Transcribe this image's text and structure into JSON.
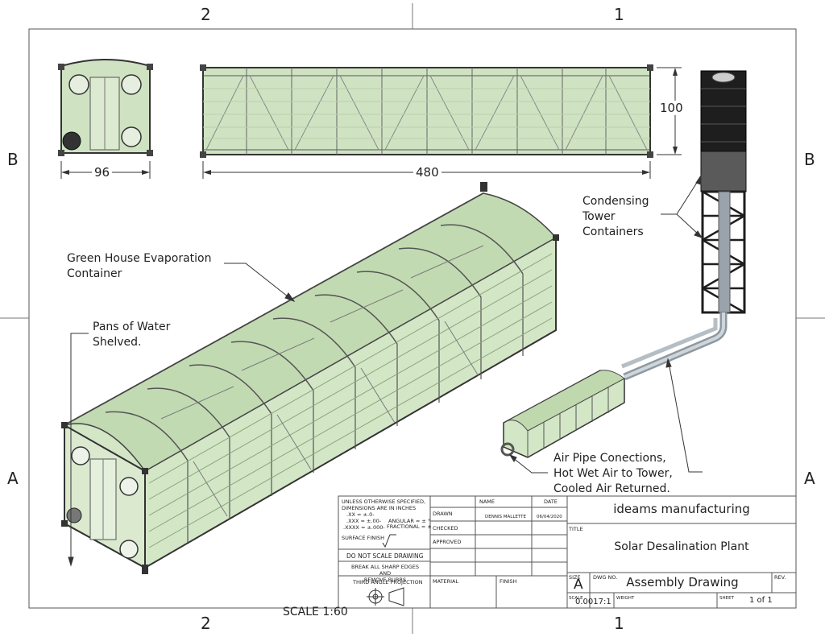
{
  "border": {
    "columns_top": [
      "2",
      "1"
    ],
    "columns_bottom": [
      "2",
      "1"
    ],
    "rows_left": [
      "B",
      "A"
    ],
    "rows_right": [
      "B",
      "A"
    ]
  },
  "dimensions": {
    "end_width": "96",
    "length": "480",
    "height": "100"
  },
  "callouts": {
    "greenhouse": [
      "Green House Evaporation",
      "Container"
    ],
    "pans": [
      "Pans of Water",
      "Shelved."
    ],
    "tower": [
      "Condensing",
      "Tower",
      "Containers"
    ],
    "pipes": [
      "Air Pipe Conections,",
      "Hot Wet Air to Tower,",
      "Cooled Air Returned."
    ]
  },
  "title_block": {
    "tolerance_notes": [
      "UNLESS OTHERWISE SPECIFIED,",
      "DIMENSIONS ARE IN INCHES",
      ".XX = ±.0-",
      ".XXX = ±.00-",
      ".XXXX = ±.000-"
    ],
    "angular": "ANGULAR = ± °",
    "fractional": "FRACTIONAL = ±",
    "surface_finish": "SURFACE FINISH",
    "do_not_scale": "DO NOT SCALE DRAWING",
    "break_edges": [
      "BREAK ALL SHARP EDGES AND",
      "REMOVE BURRS"
    ],
    "projection": "THIRD ANGLE PROJECTION",
    "col_name": "NAME",
    "col_date": "DATE",
    "row_drawn": "DRAWN",
    "row_checked": "CHECKED",
    "row_approved": "APPROVED",
    "drawn_name": "DENNIS MALLETTE",
    "drawn_date": "06/04/2020",
    "material_label": "MATERIAL",
    "finish_label": "FINISH",
    "company": "ideams manufacturing",
    "title_label": "TITLE",
    "title": "Solar Desalination Plant",
    "size_label": "SIZE",
    "size": "A",
    "dwg_no_label": "DWG NO.",
    "dwg_no": "Assembly Drawing",
    "rev_label": "REV.",
    "scale_label": "SCALE",
    "scale_value": "0.0017:1",
    "weight_label": "WEIGHT",
    "sheet_label": "SHEET",
    "sheet": "1 of 1"
  },
  "scale_note": "SCALE 1:60",
  "colors": {
    "glass": "#cfe3c2",
    "glass_dark": "#a9c89a",
    "frame": "#3a3a3a",
    "tower": "#1e1e1e"
  }
}
